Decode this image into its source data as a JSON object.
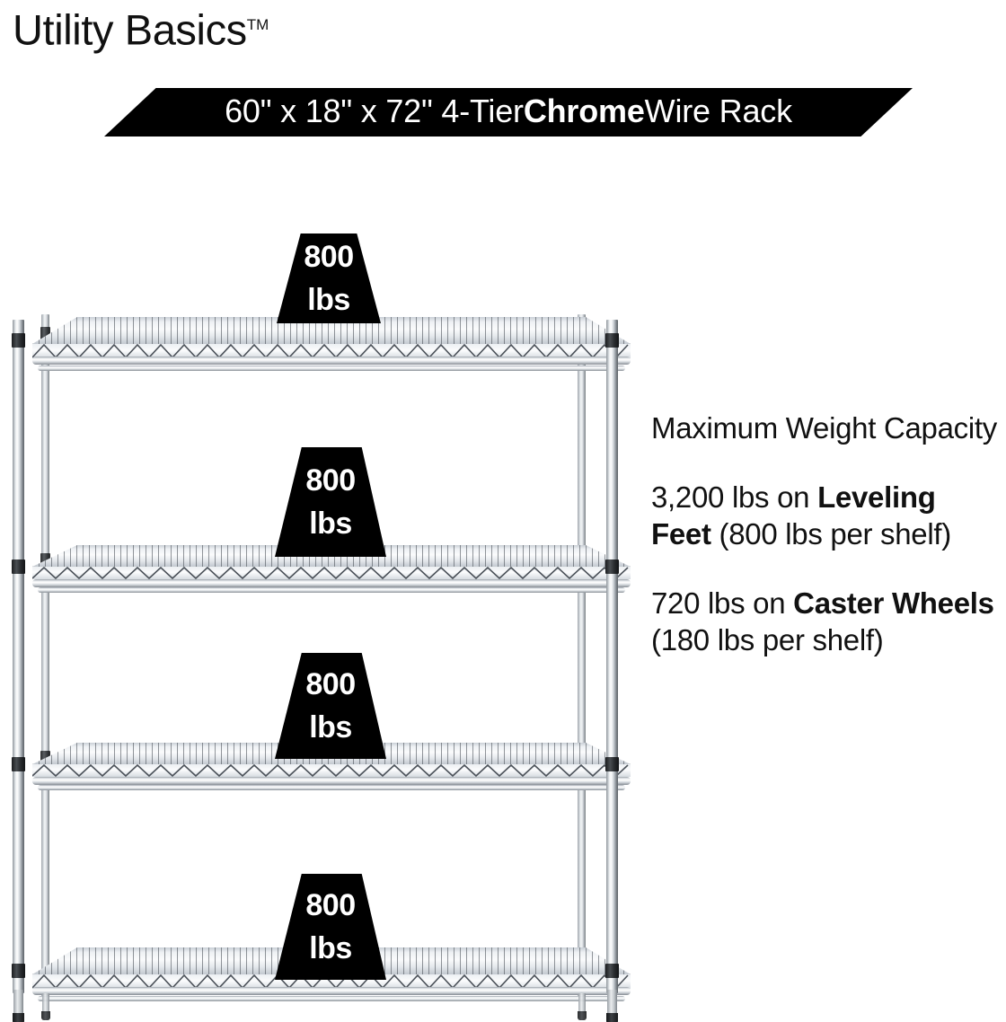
{
  "brand": {
    "name": "Utility Basics",
    "trademark": "TM"
  },
  "banner": {
    "prefix": "60\" x 18\" x 72\" 4-Tier ",
    "emphasis": "Chrome",
    "suffix": " Wire Rack",
    "background_color": "#000000",
    "text_color": "#ffffff"
  },
  "product": {
    "type": "4-tier chrome wire shelving rack",
    "dimensions": "60\" x 18\" x 72\"",
    "tiers": 4,
    "finish": "Chrome"
  },
  "badges": [
    {
      "num": "800",
      "unit": "lbs"
    },
    {
      "num": "800",
      "unit": "lbs"
    },
    {
      "num": "800",
      "unit": "lbs"
    },
    {
      "num": "800",
      "unit": "lbs"
    }
  ],
  "copy": {
    "heading": "Maximum Weight Capacity",
    "leveling": {
      "lead": "3,200 lbs on ",
      "strong": "Leveling Feet",
      "tail": " (800 lbs per shelf)"
    },
    "caster": {
      "lead": "720 lbs on ",
      "strong": "Caster Wheels",
      "tail": " (180 lbs per shelf)"
    }
  }
}
